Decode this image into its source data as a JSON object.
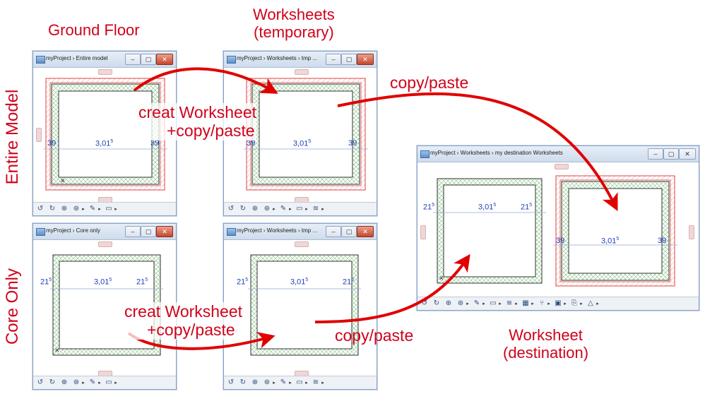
{
  "headers": {
    "ground_floor": "Ground Floor",
    "worksheets_line1": "Worksheets",
    "worksheets_line2": "(temporary)",
    "worksheet_dest_line1": "Worksheet",
    "worksheet_dest_line2": "(destination)",
    "entire_model": "Entire Model",
    "core_only": "Core Only"
  },
  "annotations": {
    "creat_top_1": "creat Worksheet",
    "creat_top_2": "+copy/paste",
    "creat_bottom_1": "creat Worksheet",
    "creat_bottom_2": "+copy/paste",
    "copy_paste_top": "copy/paste",
    "copy_paste_bottom": "copy/paste"
  },
  "windows": {
    "w1": {
      "title": "myProject › Entire model",
      "dim_left": "39",
      "dim_mid": "3,01",
      "dim_mid_sup": "5",
      "dim_right": "39"
    },
    "w2": {
      "title": "myProject › Worksheets › tmp ...",
      "dim_left": "39",
      "dim_mid": "3,01",
      "dim_mid_sup": "5",
      "dim_right": "39"
    },
    "w3": {
      "title": "myProject › Core only",
      "dim_left": "21",
      "dim_left_sup": "5",
      "dim_mid": "3,01",
      "dim_mid_sup": "5",
      "dim_right": "21",
      "dim_right_sup": "5"
    },
    "w4": {
      "title": "myProject › Worksheets › tmp ...",
      "dim_left": "21",
      "dim_left_sup": "5",
      "dim_mid": "3,01",
      "dim_mid_sup": "5",
      "dim_right": "21",
      "dim_right_sup": "5"
    },
    "w5": {
      "title": "myProject › Worksheets › my destination Worksheets",
      "core": {
        "dim_left": "21",
        "dim_left_sup": "5",
        "dim_mid": "3,01",
        "dim_mid_sup": "5",
        "dim_right": "21",
        "dim_right_sup": "5"
      },
      "model": {
        "dim_left": "39",
        "dim_mid": "3,01",
        "dim_mid_sup": "5",
        "dim_right": "39"
      }
    }
  },
  "window_buttons": {
    "minimize": "–",
    "maximize": "▢",
    "close": "✕"
  },
  "colors": {
    "annotation_red": "#d0021b",
    "dimension_blue": "#1f3fb8",
    "hatch_green": "#5aa05a",
    "outer_red": "#e04040"
  }
}
